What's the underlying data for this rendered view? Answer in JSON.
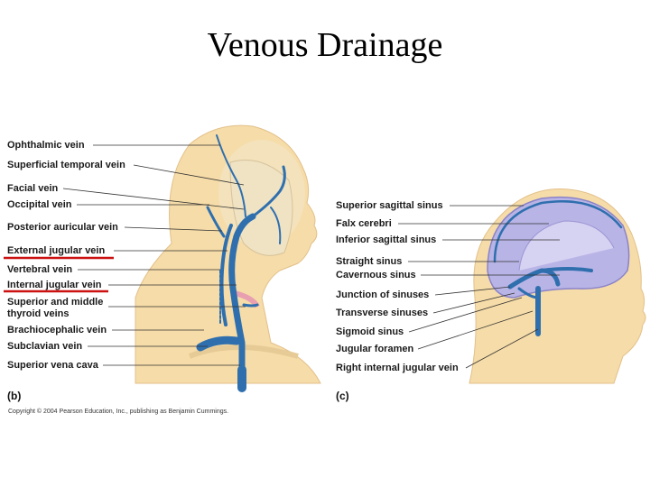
{
  "slide": {
    "title": "Venous Drainage"
  },
  "panel_b": {
    "letter": "(b)",
    "labels": [
      "Ophthalmic vein",
      "Superficial temporal vein",
      "Facial vein",
      "Occipital vein",
      "Posterior auricular vein",
      "External jugular vein",
      "Vertebral vein",
      "Internal jugular vein",
      "Superior and middle",
      "thyroid veins",
      "Brachiocephalic vein",
      "Subclavian vein",
      "Superior vena cava"
    ]
  },
  "panel_c": {
    "letter": "(c)",
    "labels": [
      "Superior sagittal sinus",
      "Falx cerebri",
      "Inferior sagittal sinus",
      "Straight sinus",
      "Cavernous sinus",
      "Junction of sinuses",
      "Transverse sinuses",
      "Sigmoid sinus",
      "Jugular foramen",
      "Right internal jugular vein"
    ]
  },
  "copyright": "Copyright © 2004 Pearson Education, Inc., publishing as Benjamin Cummings.",
  "colors": {
    "skin": "#f6dca8",
    "vein": "#2f6fae",
    "brain": "#b9b4e6",
    "underline": "#cc1111"
  }
}
